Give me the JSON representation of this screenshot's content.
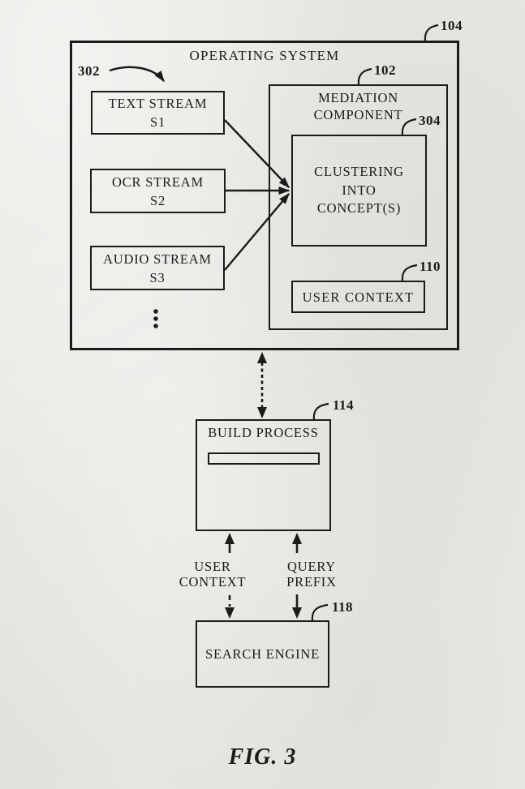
{
  "colors": {
    "ink": "#1b1b1b",
    "paper": "#e9e8e4"
  },
  "figure": {
    "caption": "FIG. 3",
    "operating_system": {
      "title": "OPERATING SYSTEM",
      "ref": "104"
    },
    "streams": {
      "ref": "302",
      "items": [
        {
          "label": "TEXT STREAM\nS1"
        },
        {
          "label": "OCR STREAM\nS2"
        },
        {
          "label": "AUDIO STREAM\nS3"
        }
      ],
      "more_icon": "vertical-ellipsis"
    },
    "mediation_component": {
      "label": "MEDIATION\nCOMPONENT",
      "ref": "102"
    },
    "clustering": {
      "label": "CLUSTERING\nINTO\nCONCEPT(S)",
      "ref": "304"
    },
    "user_context_box": {
      "label": "USER CONTEXT",
      "ref": "110"
    },
    "build_process": {
      "label": "BUILD PROCESS",
      "ref": "114"
    },
    "search_engine": {
      "label": "SEARCH ENGINE",
      "ref": "118"
    },
    "flow_labels": {
      "user_context": "USER\nCONTEXT",
      "query_prefix": "QUERY\nPREFIX"
    }
  }
}
